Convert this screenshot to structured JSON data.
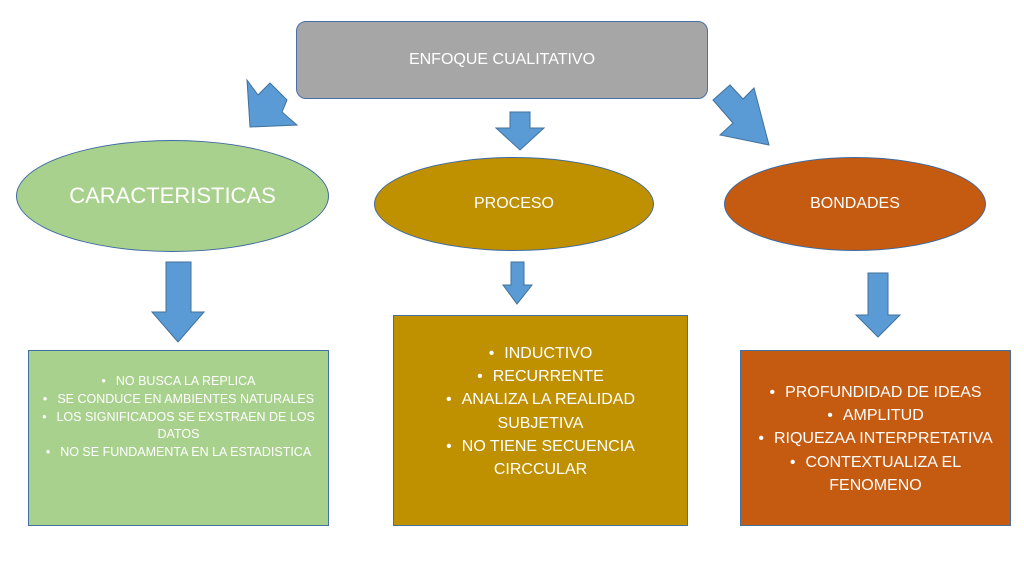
{
  "diagram": {
    "title": "ENFOQUE CUALITATIVO",
    "nodes": [
      {
        "label": "CARACTERISTICAS",
        "items": [
          "NO BUSCA LA REPLICA",
          "SE CONDUCE EN AMBIENTES NATURALES",
          "LOS SIGNIFICADOS SE EXSTRAEN DE LOS DATOS",
          "NO SE FUNDAMENTA EN LA ESTADISTICA"
        ]
      },
      {
        "label": "PROCESO",
        "items": [
          "INDUCTIVO",
          "RECURRENTE",
          "ANALIZA LA REALIDAD SUBJETIVA",
          "NO TIENE SECUENCIA CIRCCULAR"
        ]
      },
      {
        "label": "BONDADES",
        "items": [
          "PROFUNDIDAD DE IDEAS",
          "AMPLITUD",
          "RIQUEZAA INTERPRETATIVA",
          "CONTEXTUALIZA EL FENOMENO"
        ]
      }
    ],
    "bullet": "•"
  },
  "colors": {
    "title_fill": "#a6a6a6",
    "caracteristicas_fill": "#a9d18e",
    "proceso_fill": "#bf9000",
    "bondades_fill": "#c55a11",
    "arrow_fill": "#5b9bd5",
    "outline": "#41719c"
  }
}
